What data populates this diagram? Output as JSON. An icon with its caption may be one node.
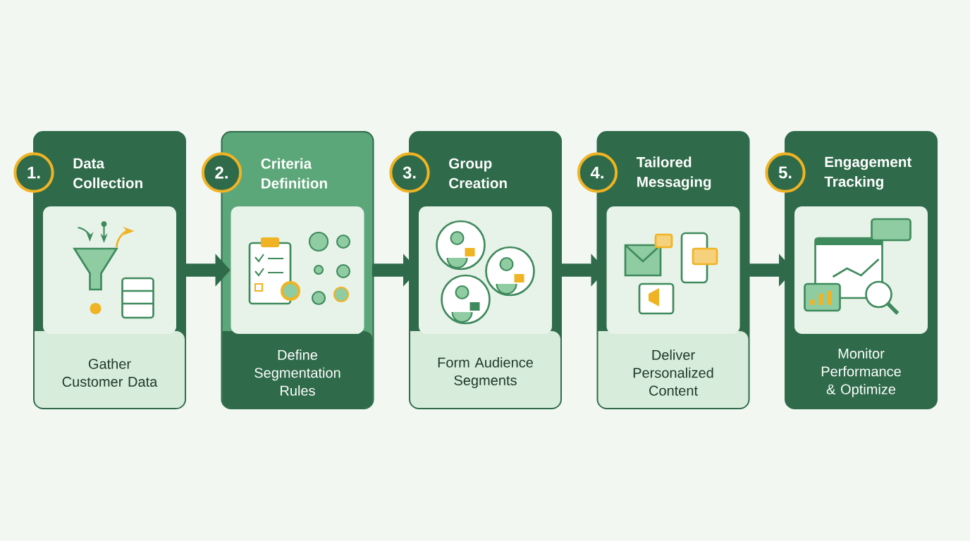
{
  "diagram": {
    "nodes": [
      {
        "text": [
          "Data Collection",
          "Gather Customer Data"
        ]
      },
      {
        "text": [
          "1."
        ]
      },
      {
        "text": [
          "Criteria Definition",
          "Define Segmentation Rules"
        ]
      },
      {
        "text": [
          "2."
        ]
      },
      {
        "text": [
          "Group Creation",
          "Form Audience Segments"
        ]
      },
      {
        "text": [
          "3."
        ]
      },
      {
        "text": [
          "Tailored Messaging",
          "Deliver Personalized Content"
        ]
      },
      {
        "text": [
          "4."
        ]
      },
      {
        "text": [
          "Engagement Tracking",
          "Monitor Performance & Optimize"
        ]
      },
      {
        "text": [
          "5."
        ]
      }
    ],
    "edges": [
      {
        "from": 0,
        "to": 2,
        "arrow": "to"
      },
      {
        "from": 2,
        "to": 4,
        "arrow": "to"
      },
      {
        "from": 4,
        "to": 6,
        "arrow": "to"
      },
      {
        "from": 6,
        "to": 8,
        "arrow": "to"
      }
    ]
  }
}
